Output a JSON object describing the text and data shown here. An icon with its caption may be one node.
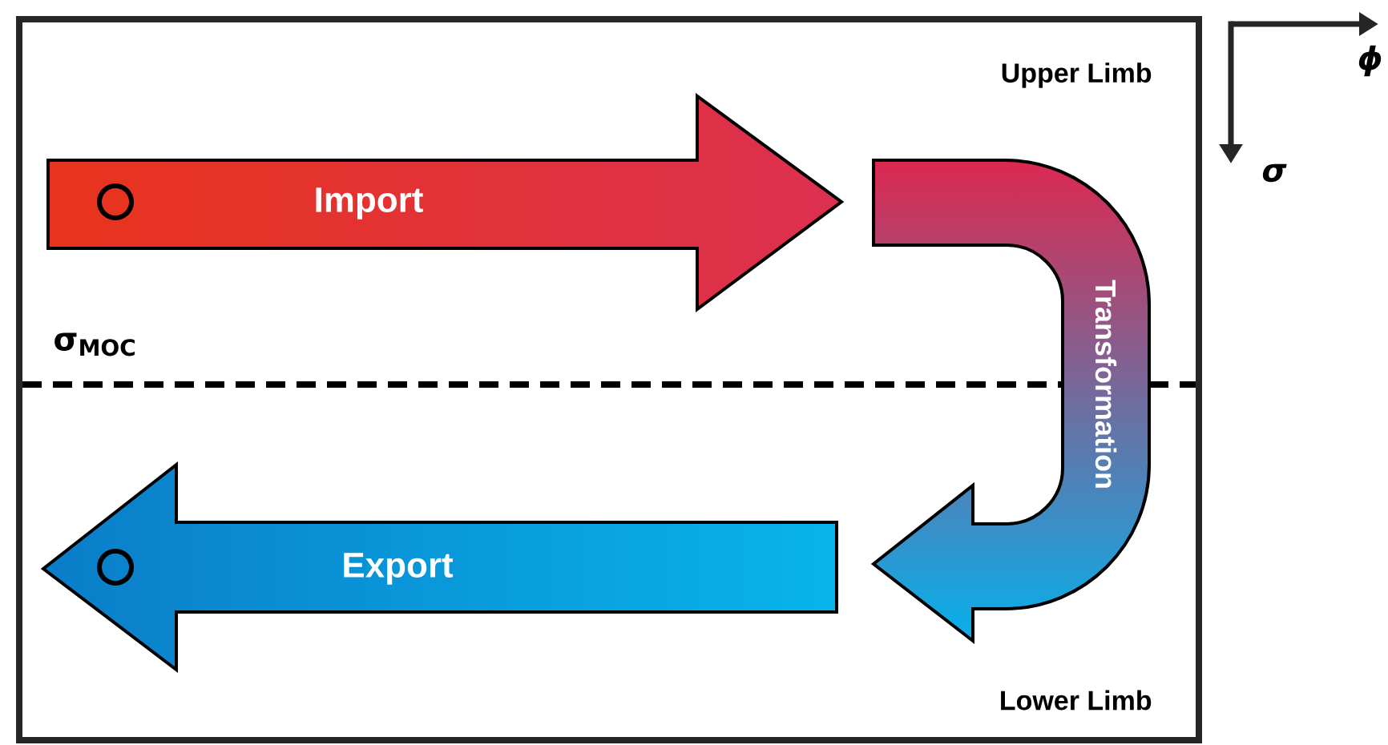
{
  "diagram": {
    "nodes": [
      {
        "text": [
          "Import"
        ]
      },
      {
        "text": [
          "Transformation"
        ]
      },
      {
        "text": [
          "Export"
        ]
      }
    ],
    "labels": [
      "ϕ",
      "Upper Limb",
      "σ",
      "σ$_{MOC}$",
      "Lower Limb"
    ]
  }
}
